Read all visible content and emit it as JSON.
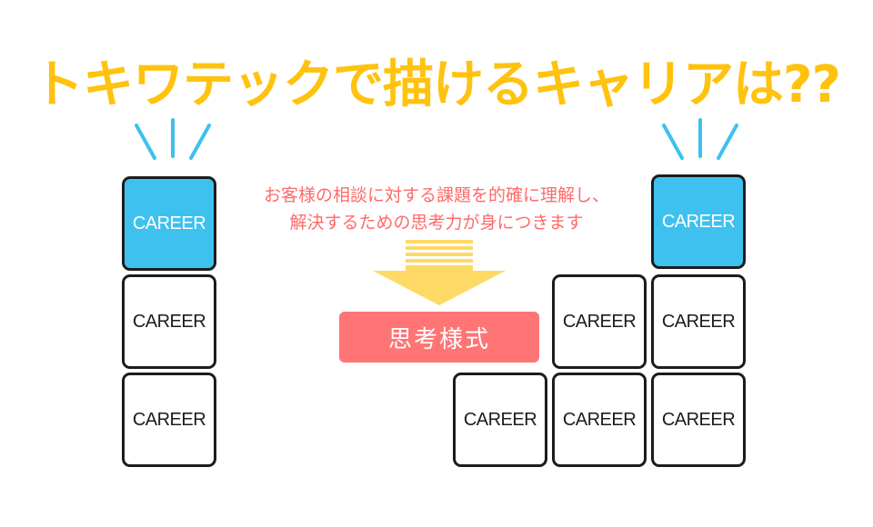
{
  "title": "トキワテックで描けるキャリアは??",
  "description": {
    "line1": "お客様の相談に対する課題を的確に理解し、",
    "line2": "解決するための思考力が身につきます"
  },
  "badge": "思考様式",
  "block_label": "CAREER",
  "colors": {
    "title": "#ffc20e",
    "highlight": "#3ec1ef",
    "accent_text": "#ff6a6a",
    "badge": "#ff7474",
    "arrow": "#ffd966"
  },
  "left_stack": {
    "levels": 3,
    "highlighted": "top"
  },
  "right_stack": {
    "column_heights": [
      1,
      2,
      3
    ],
    "highlighted": "top of tallest column"
  }
}
